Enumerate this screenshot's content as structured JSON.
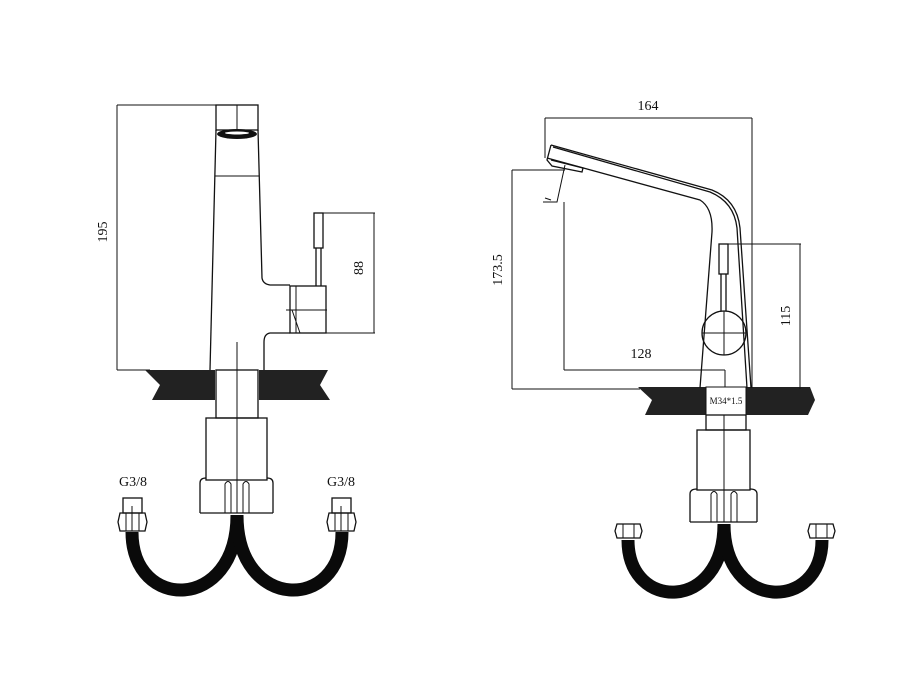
{
  "front_view": {
    "height_dim": "195",
    "handle_dim": "88",
    "left_connector": "G3/8",
    "right_connector": "G3/8"
  },
  "side_view": {
    "reach_dim": "164",
    "spout_height_dim": "173.5",
    "outlet_reach_dim": "128",
    "handle_height_dim": "115",
    "thread_label": "M34*1.5"
  }
}
